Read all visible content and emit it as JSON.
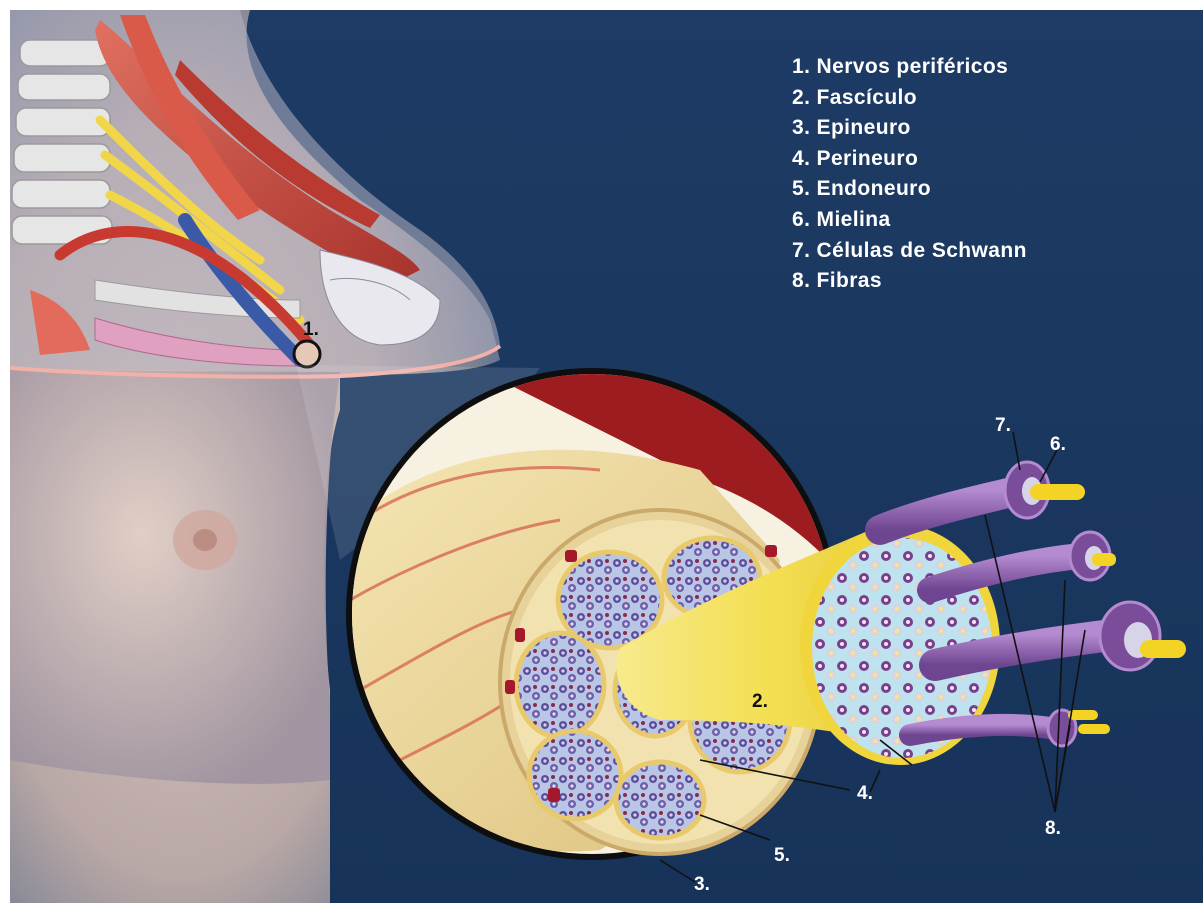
{
  "legend": {
    "items": [
      "1. Nervos periféricos",
      "2. Fascículo",
      "3. Epineuro",
      "4. Perineuro",
      "5. Endoneuro",
      "6. Mielina",
      "7. Células de Schwann",
      "8. Fibras"
    ]
  },
  "callouts": {
    "c1": "1.",
    "c2": "2.",
    "c3": "3.",
    "c4": "4.",
    "c5": "5.",
    "c6": "6.",
    "c7": "7.",
    "c8": "8."
  },
  "colors": {
    "background": "#1b3a63",
    "skin": "#c9b7b0",
    "muscle": "#c8463c",
    "nerve_yellow": "#f2da58",
    "epineurium": "#f0dca0",
    "fascicle_blue": "#5e6ea8",
    "axon_purple": "#8a5da6",
    "myelin_yellow": "#f4d62b",
    "vein_blue": "#3a5aa8"
  }
}
